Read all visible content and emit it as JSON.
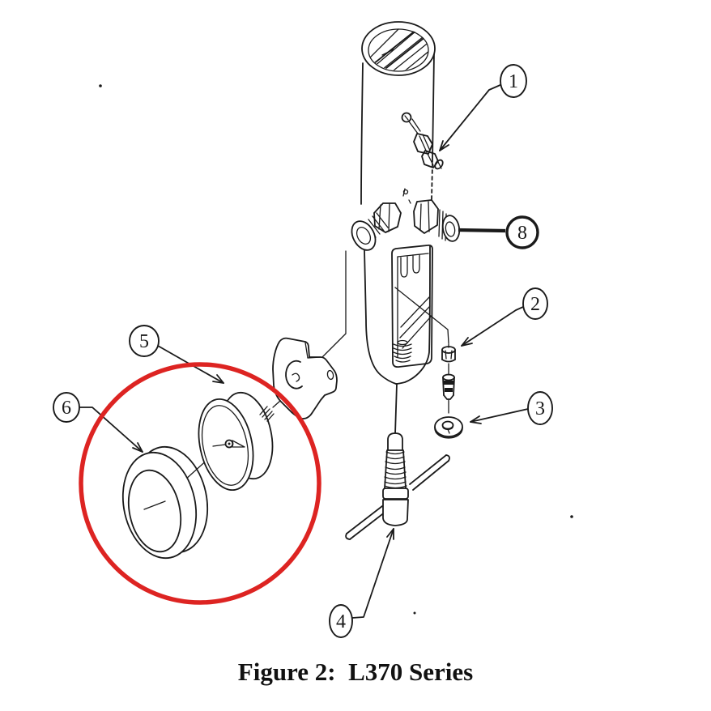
{
  "figure": {
    "caption": "Figure 2:  L370 Series"
  },
  "callouts": {
    "c1": {
      "label": "1"
    },
    "c2": {
      "label": "2"
    },
    "c3": {
      "label": "3"
    },
    "c4": {
      "label": "4"
    },
    "c5": {
      "label": "5"
    },
    "c6": {
      "label": "6"
    },
    "c8": {
      "label": "8"
    }
  },
  "colors": {
    "line": "#1a1a1a",
    "highlight_red": "#dd2422",
    "background": "#ffffff"
  }
}
